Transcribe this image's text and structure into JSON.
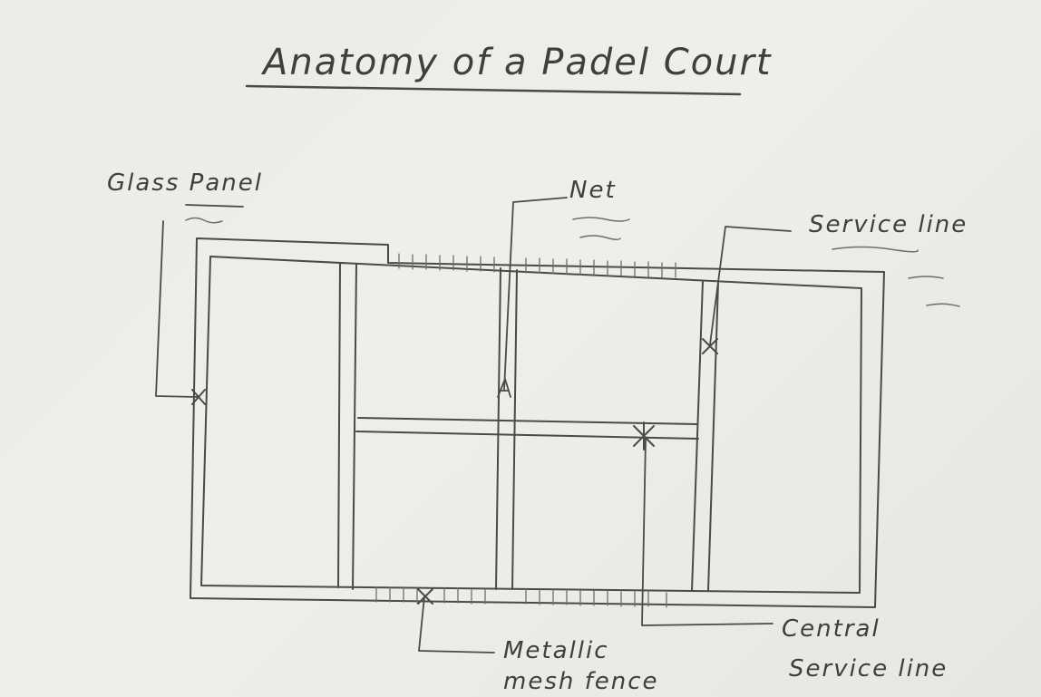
{
  "title": "Anatomy of a Padel Court",
  "labels": {
    "glass_panel": "Glass Panel",
    "net": "Net",
    "service_line": "Service line",
    "metallic_mesh_fence_line1": "Metallic",
    "metallic_mesh_fence_line2": "mesh fence",
    "central_service_line_line1": "Central",
    "central_service_line_line2": "Service line"
  },
  "colors": {
    "paper": "#ecebe7",
    "pencil": "#4a4a4a"
  }
}
